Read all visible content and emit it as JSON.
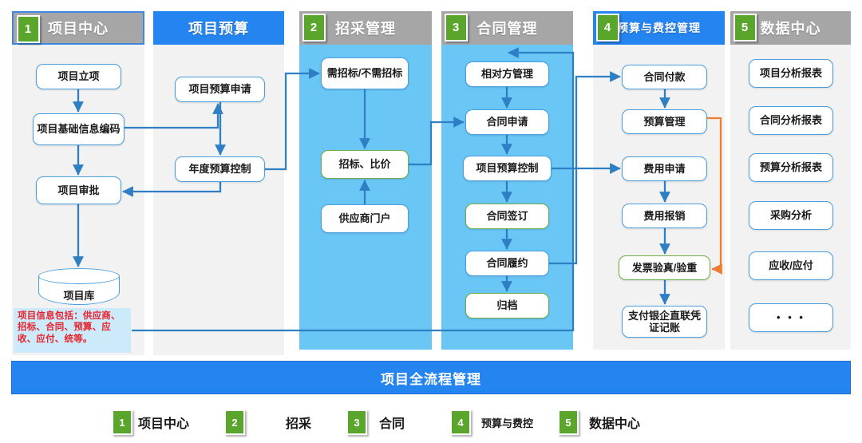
{
  "columns": [
    {
      "index": "1",
      "title": "项目中心",
      "head_style": "gray",
      "body_style": "gray",
      "nodes": [
        {
          "label": "项目立项",
          "shape": "box",
          "border": "blue"
        },
        {
          "label": "项目基础信息编码",
          "shape": "box",
          "border": "blue"
        },
        {
          "label": "项目审批",
          "shape": "box",
          "border": "blue"
        },
        {
          "label": "项目库",
          "shape": "cylinder",
          "border": "blue"
        }
      ],
      "note": "项目信息包括：供应商、招标、合同、预算、应收、应付、统等。"
    },
    {
      "index": "",
      "title": "项目预算",
      "head_style": "blue",
      "body_style": "gray",
      "nodes": [
        {
          "label": "项目预算申请",
          "shape": "box",
          "border": "blue"
        },
        {
          "label": "年度预算控制",
          "shape": "box",
          "border": "blue"
        }
      ]
    },
    {
      "index": "2",
      "title": "招采管理",
      "head_style": "gray",
      "body_style": "blue",
      "nodes": [
        {
          "label": "需招标/不需招标",
          "shape": "box",
          "border": "blue"
        },
        {
          "label": "招标、比价",
          "shape": "box",
          "border": "green"
        },
        {
          "label": "供应商门户",
          "shape": "box",
          "border": "blue"
        }
      ]
    },
    {
      "index": "3",
      "title": "合同管理",
      "head_style": "gray",
      "body_style": "blue",
      "nodes": [
        {
          "label": "相对方管理",
          "shape": "box",
          "border": "blue"
        },
        {
          "label": "合同申请",
          "shape": "box",
          "border": "blue"
        },
        {
          "label": "项目预算控制",
          "shape": "box",
          "border": "blue"
        },
        {
          "label": "合同签订",
          "shape": "box",
          "border": "green"
        },
        {
          "label": "合同履约",
          "shape": "box",
          "border": "blue"
        },
        {
          "label": "归档",
          "shape": "box",
          "border": "green"
        }
      ]
    },
    {
      "index": "4",
      "title": "预算与费控管理",
      "head_style": "blue",
      "body_style": "gray",
      "nodes": [
        {
          "label": "合同付款",
          "shape": "box",
          "border": "blue"
        },
        {
          "label": "预算管理",
          "shape": "box",
          "border": "blue"
        },
        {
          "label": "费用申请",
          "shape": "box",
          "border": "blue"
        },
        {
          "label": "费用报销",
          "shape": "box",
          "border": "blue"
        },
        {
          "label": "发票验真/验重",
          "shape": "box",
          "border": "green"
        },
        {
          "label": "支付银企直联凭证记账",
          "shape": "box",
          "border": "blue"
        }
      ]
    },
    {
      "index": "5",
      "title": "数据中心",
      "head_style": "gray",
      "body_style": "gray",
      "nodes": [
        {
          "label": "项目分析报表",
          "shape": "box",
          "border": "blue"
        },
        {
          "label": "合同分析报表",
          "shape": "box",
          "border": "blue"
        },
        {
          "label": "预算分析报表",
          "shape": "box",
          "border": "blue"
        },
        {
          "label": "采购分析",
          "shape": "box",
          "border": "blue"
        },
        {
          "label": "应收/应付",
          "shape": "box",
          "border": "blue"
        },
        {
          "label": "• • •",
          "shape": "box",
          "border": "blue"
        }
      ]
    }
  ],
  "banner": {
    "label": "项目全流程管理"
  },
  "legend": [
    {
      "num": "1",
      "label": "项目中心"
    },
    {
      "num": "2",
      "label": "招采"
    },
    {
      "num": "3",
      "label": "合同"
    },
    {
      "num": "4",
      "label": "预算与费控"
    },
    {
      "num": "5",
      "label": "数据中心"
    }
  ],
  "colors": {
    "blue_accent": "#2484f0",
    "light_blue_body": "#69c6f5",
    "gray_body": "#f2f2f2",
    "gray_header": "#a6a6a6",
    "green_badge": "#5aa52b",
    "green_border": "#70ad47",
    "orange_arrow": "#ed7d31",
    "note_text": "#e8222a",
    "note_bg": "#cdeafb",
    "connector": "#2e7fc4"
  }
}
